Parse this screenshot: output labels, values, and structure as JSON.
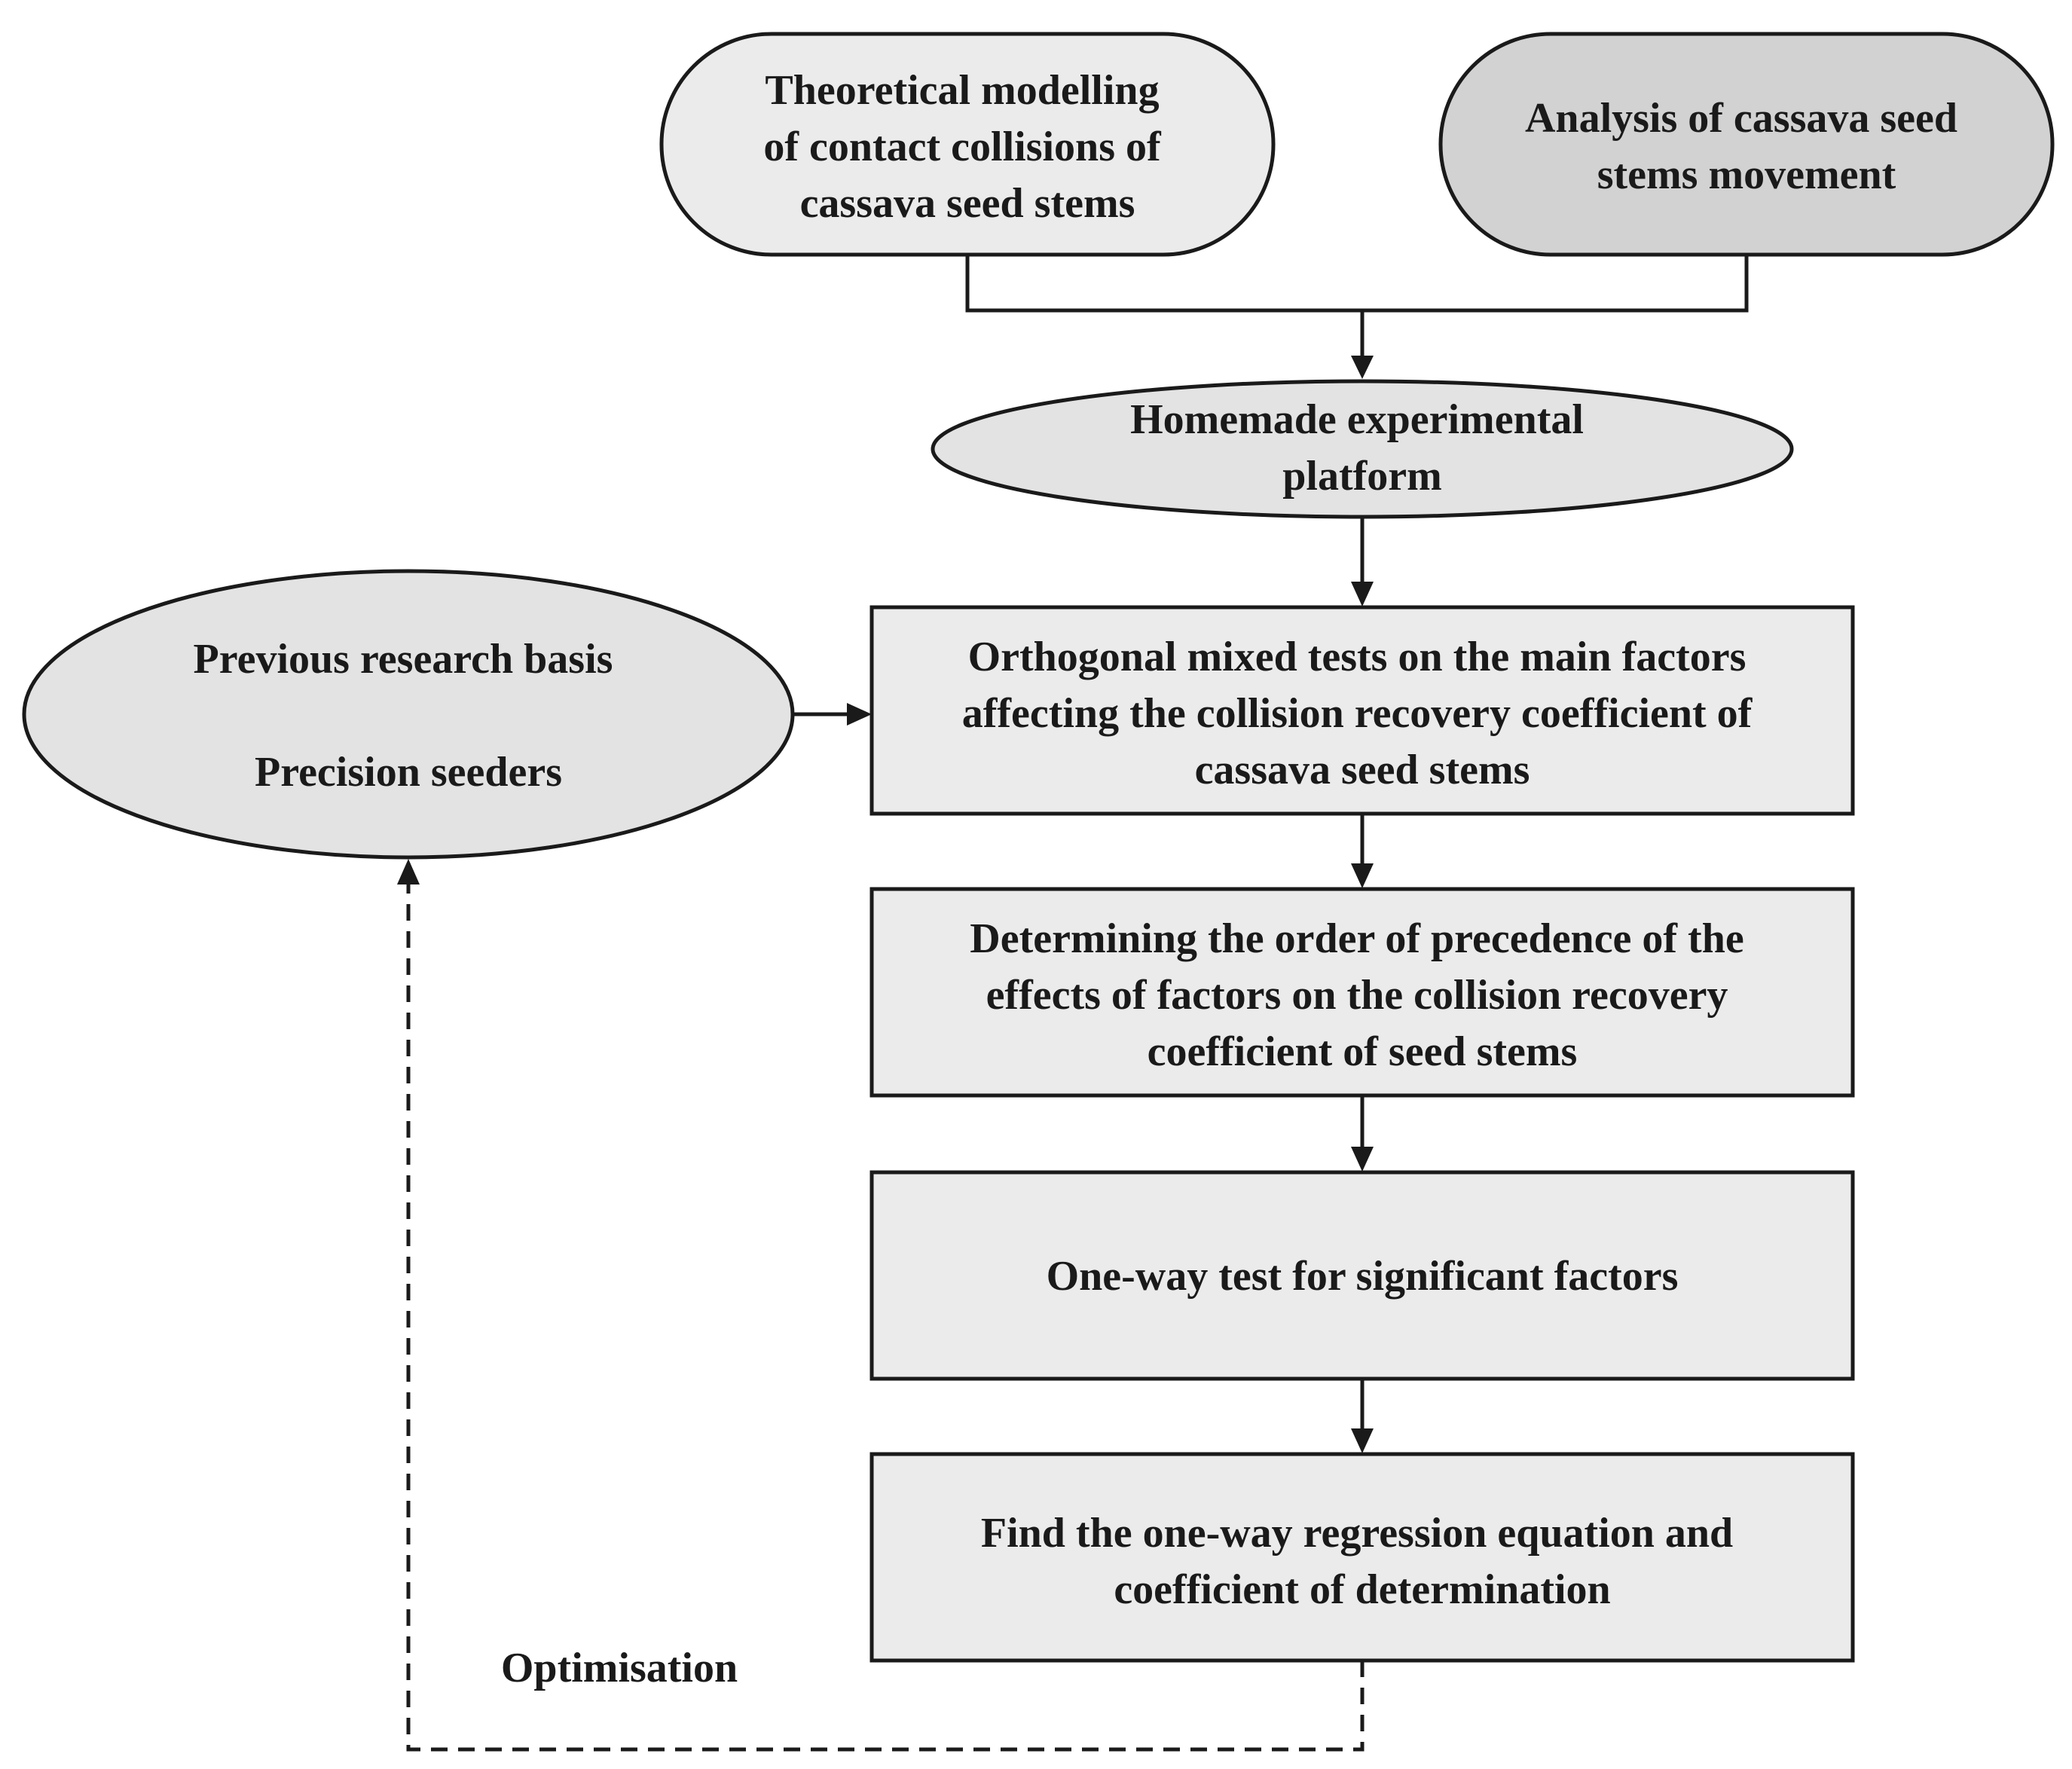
{
  "nodes": {
    "theory": {
      "lines": [
        "Theoretical modelling",
        "of contact collisions of",
        "cassava seed stems"
      ]
    },
    "analysis": {
      "lines": [
        "Analysis of cassava seed",
        "stems movement"
      ]
    },
    "platform": {
      "lines": [
        "Homemade experimental",
        "platform"
      ]
    },
    "previous": {
      "lines": [
        "Previous research basis",
        "Precision seeders"
      ]
    },
    "orthogonal": {
      "lines": [
        "Orthogonal mixed tests on the main factors",
        "affecting the collision recovery coefficient of",
        "cassava seed stems"
      ]
    },
    "order": {
      "lines": [
        "Determining the order of precedence of the",
        "effects of factors on the collision recovery",
        "coefficient of seed stems"
      ]
    },
    "oneway": {
      "lines": [
        "One-way test for significant factors"
      ]
    },
    "regression": {
      "lines": [
        "Find the one-way regression equation and",
        "coefficient of determination"
      ]
    }
  },
  "labels": {
    "feedback": "Optimisation"
  },
  "colors": {
    "light_fill": "#ebebeb",
    "mid_fill": "#e3e3e3",
    "dark_fill": "#d2d2d2",
    "stroke": "#1a1a1a"
  }
}
